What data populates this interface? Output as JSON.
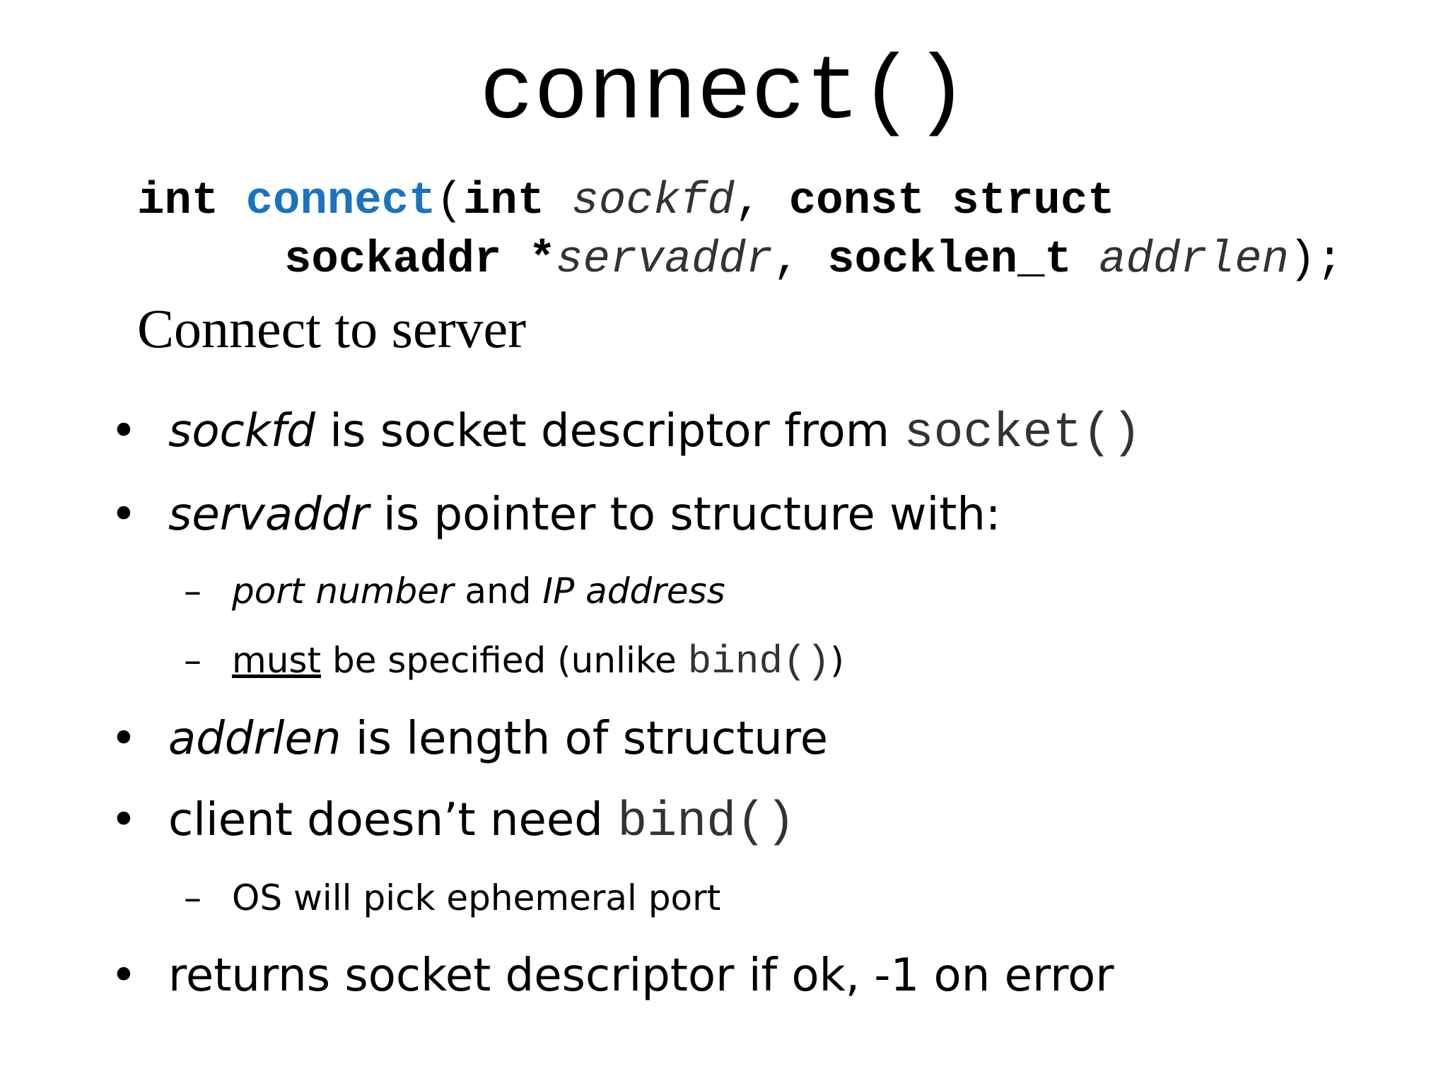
{
  "title": "connect()",
  "signature": {
    "line1": {
      "ret_type": "int",
      "fn_name": "connect",
      "open_paren": "(",
      "p1_type": "int",
      "p1_name": "sockfd",
      "comma1": ",",
      "p2_type": "const struct"
    },
    "line2": {
      "p2_type2": "sockaddr *",
      "p2_name": "servaddr",
      "comma2": ",",
      "p3_type": "socklen_t",
      "p3_name": "addrlen",
      "close": ");"
    }
  },
  "description": "Connect to server",
  "bullets": {
    "b1": {
      "italic": "sockfd",
      "text": " is socket descriptor from ",
      "code": "socket()"
    },
    "b2": {
      "italic": "servaddr",
      "text": " is pointer to structure with:"
    },
    "b2_sub1": {
      "italic1": "port number",
      "text": " and ",
      "italic2": "IP address"
    },
    "b2_sub2": {
      "underlined": "must",
      "text": " be specified (unlike ",
      "code": "bind()",
      "close": ")"
    },
    "b3": {
      "italic": "addrlen",
      "text": " is length of structure"
    },
    "b4": {
      "text": "client doesn’t need ",
      "code": "bind()"
    },
    "b4_sub1": {
      "text": "OS will pick ephemeral port"
    },
    "b5": {
      "text": "returns socket descriptor if ok, -1 on error"
    }
  },
  "markers": {
    "bullet": "•",
    "dash": "–"
  }
}
